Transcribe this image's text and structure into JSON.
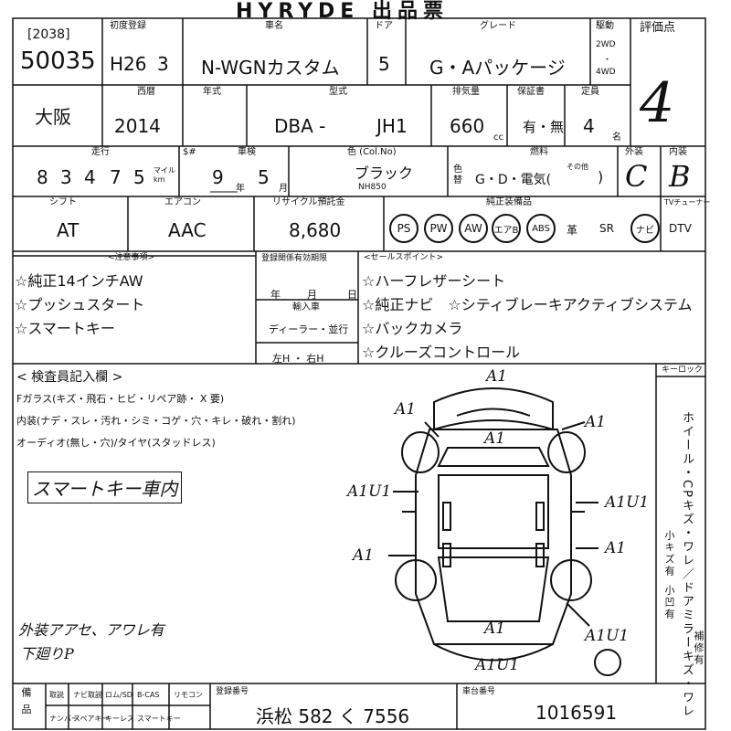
{
  "title": "HYRYDE 出品票",
  "lot": {
    "bracket": "[2038]",
    "number": "50035"
  },
  "labels": {
    "first_reg": "初度登録",
    "car_name": "車名",
    "door": "ドア",
    "grade": "グレード",
    "drive": "駆動",
    "score": "評価点",
    "western_year": "西暦",
    "year_model": "年式",
    "model_type": "型式",
    "displacement": "排気量",
    "warranty": "保証書",
    "capacity": "定員",
    "mileage": "走行",
    "tax": "$#",
    "inspection": "車検",
    "color": "色 (Col.No)",
    "fuel": "燃料",
    "exterior": "外装",
    "interior": "内装",
    "shift": "シフト",
    "aircon": "エアコン",
    "recycle": "リサイクル預託金",
    "equipment": "純正装備品",
    "tuner": "TVチューナー",
    "notes": "<注意事項>",
    "reg_deadline": "登録関係有効期限",
    "import": "輸入車",
    "selling_points": "<セールスポイント>",
    "inspector": "< 検査員記入欄 >",
    "keylock": "キーロック",
    "reg_number": "登録番号",
    "chassis": "車台番号",
    "cc": "cc",
    "name_unit": "名",
    "month_unit": "月",
    "year_unit": "年",
    "month_small": "月",
    "odo_units": "マイル km",
    "change": "色 替",
    "accessories_head": "備 品",
    "year_small": "年",
    "day": "日"
  },
  "car": {
    "first_reg_era": "H26",
    "first_reg_month": "3",
    "name": "N-WGNカスタム",
    "doors": "5",
    "grade": "G・Aパッケージ",
    "drive_opts": [
      "2WD",
      "・",
      "4WD"
    ],
    "score": "4",
    "region": "大阪",
    "year": "2014",
    "model_prefix": "DBA -",
    "model_code": "JH1",
    "displacement": "660",
    "warranty": "有・無",
    "capacity": "4",
    "odometer": [
      "8",
      "3",
      "4",
      "7",
      "5"
    ],
    "inspection_year": "9",
    "inspection_month": "5",
    "color": "ブラック",
    "color_code": "NH850",
    "fuel": "G・D・電気(",
    "fuel_other": "その他",
    "fuel_close": ")",
    "exterior": "C",
    "interior": "B",
    "shift": "AT",
    "aircon": "AAC",
    "recycle": "8,680"
  },
  "equipment": [
    "PS",
    "PW",
    "AW",
    "エアB",
    "ABS",
    "革",
    "SR",
    "ナビ",
    "DTV"
  ],
  "notes": [
    "☆純正14インチAW",
    "☆プッシュスタート",
    "☆スマートキー"
  ],
  "import_opts": "ディーラー・並行",
  "handle": "左H ・ 右H",
  "selling_points": [
    "☆ハーフレザーシート",
    "☆純正ナビ　☆シティブレーキアクティブシステム",
    "☆バックカメラ",
    "☆クルーズコントロール"
  ],
  "inspector_lines": [
    "Fガラス(キズ・飛石・ヒビ・リペア跡・ X 要)",
    "内装(ナデ・スレ・汚れ・シミ・コゲ・穴・キレ・破れ・割れ)",
    "オーディオ(無し・穴)/タイヤ(スタッドレス)"
  ],
  "handwritten": {
    "smartkey": "スマートキー車内",
    "exterior_note1": "外装アアセ、アワレ有",
    "exterior_note2": "下廻りP"
  },
  "damage_marks": [
    "A1",
    "A1",
    "A1",
    "A1",
    "A1U1",
    "A1U1",
    "A1",
    "A1",
    "A1",
    "A1U1",
    "A1U1"
  ],
  "right_column": "ホイール・CPキズ・ワレ／ドアミラーキズ・ワレ",
  "right_small": [
    "小キズ有",
    "小凹有",
    "補修有"
  ],
  "accessories": [
    "取説",
    "ナビ取説",
    "ロム/SD",
    "B-CAS",
    "リモコン",
    "ナンバー",
    "スペアキー",
    "キーレス",
    "スマートキー"
  ],
  "reg_number": "浜松 582 く 7556",
  "chassis": "1016591"
}
